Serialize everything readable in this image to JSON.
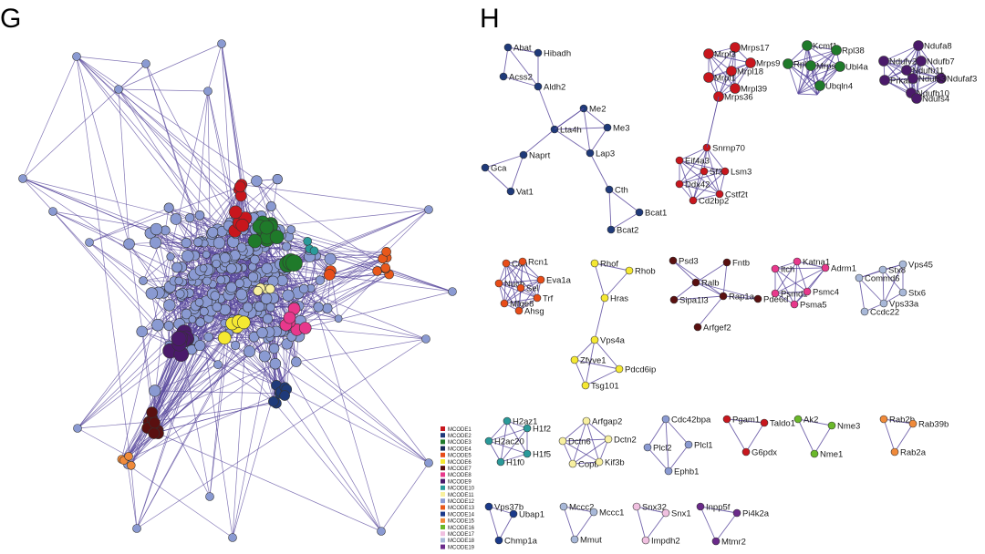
{
  "panel_g": {
    "letter": "G"
  },
  "panel_h": {
    "letter": "H"
  },
  "colors": {
    "edge": "#5a4a9e",
    "node_stroke": "#333333",
    "MCODE1": "#c8161d",
    "MCODE2": "#1f3a7a",
    "MCODE3": "#1f7a2a",
    "MCODE4": "#1a2c5a",
    "MCODE5": "#e84c18",
    "MCODE6": "#f5e832",
    "MCODE7": "#5a1010",
    "MCODE8": "#e8388c",
    "MCODE9": "#4a1a6a",
    "MCODE10": "#2a9a9a",
    "MCODE11": "#f8f0a0",
    "MCODE12": "#8a9ad2",
    "MCODE13": "#e8581a",
    "MCODE14": "#1a3a8a",
    "MCODE15": "#f08a3a",
    "MCODE16": "#6ab82a",
    "MCODE17": "#f0c0e0",
    "MCODE18": "#a8b8d8",
    "MCODE19": "#6a2a8a"
  },
  "legend": [
    "MCODE1",
    "MCODE2",
    "MCODE3",
    "MCODE4",
    "MCODE5",
    "MCODE6",
    "MCODE7",
    "MCODE8",
    "MCODE9",
    "MCODE10",
    "MCODE11",
    "MCODE12",
    "MCODE13",
    "MCODE14",
    "MCODE15",
    "MCODE16",
    "MCODE17",
    "MCODE18",
    "MCODE19"
  ],
  "clusters": [
    {
      "id": "c2",
      "color": "MCODE2",
      "nodes": [
        "Abat",
        "Hibadh",
        "Acss2",
        "Aldh2",
        "Me2",
        "Lta4h",
        "Me3",
        "Lap3",
        "Naprt",
        "Gca",
        "Vat1",
        "Cth",
        "Bcat1",
        "Bcat2"
      ],
      "edges": [
        [
          0,
          1
        ],
        [
          0,
          2
        ],
        [
          0,
          3
        ],
        [
          1,
          3
        ],
        [
          2,
          3
        ],
        [
          3,
          5
        ],
        [
          4,
          5
        ],
        [
          4,
          6
        ],
        [
          5,
          6
        ],
        [
          4,
          7
        ],
        [
          5,
          7
        ],
        [
          6,
          7
        ],
        [
          5,
          8
        ],
        [
          8,
          9
        ],
        [
          8,
          10
        ],
        [
          9,
          10
        ],
        [
          7,
          11
        ],
        [
          11,
          12
        ],
        [
          11,
          13
        ],
        [
          12,
          13
        ]
      ]
    },
    {
      "id": "c1",
      "color": "MCODE1",
      "nodes": [
        "Mrps17",
        "Mrpl3",
        "Mrps9",
        "Mrpl18",
        "Mrpl1",
        "Mrpl39",
        "Mrps36"
      ]
    },
    {
      "id": "c3",
      "color": "MCODE3",
      "nodes": [
        "Kcmf1",
        "Rpl38",
        "Rpl",
        "Mrps7",
        "Ubl4a",
        "Ubqln4"
      ]
    },
    {
      "id": "c9",
      "color": "MCODE9",
      "nodes": [
        "Ndufa8",
        "Ndufb7",
        "Ndufv2",
        "Ndufaf3",
        "Ndufb11",
        "Prkacb",
        "Ndufs3",
        "Ndufb10",
        "Ndufs4"
      ]
    },
    {
      "id": "c4",
      "color": "MCODE1",
      "nodes": [
        "Snrnp70",
        "Eif4a3",
        "Sf3b",
        "Lsm3",
        "Ddx42",
        "Cstf2t",
        "Cd2bp2"
      ]
    },
    {
      "id": "c5",
      "color": "MCODE5",
      "nodes": [
        "Cdh",
        "Rcn1",
        "Nucb",
        "Eva1a",
        "Sel",
        "Trf",
        "Mfge8",
        "Ahsg"
      ]
    },
    {
      "id": "c6",
      "color": "MCODE6",
      "nodes": [
        "Rhof",
        "Rhob",
        "Hras",
        "Vps4a",
        "Zfyve1",
        "Pdcd6ip",
        "Tsg101"
      ],
      "edges": [
        [
          0,
          1
        ],
        [
          0,
          2
        ],
        [
          1,
          2
        ],
        [
          2,
          3
        ],
        [
          3,
          4
        ],
        [
          3,
          5
        ],
        [
          4,
          5
        ],
        [
          4,
          6
        ],
        [
          5,
          6
        ],
        [
          3,
          6
        ]
      ]
    },
    {
      "id": "c7",
      "color": "MCODE7",
      "nodes": [
        "Psd3",
        "Fntb",
        "Ralb",
        "Sipa1l3",
        "Rap1a",
        "Pde6d",
        "Arfgef2"
      ],
      "edges": [
        [
          0,
          2
        ],
        [
          1,
          2
        ],
        [
          2,
          3
        ],
        [
          2,
          4
        ],
        [
          2,
          5
        ],
        [
          3,
          4
        ],
        [
          4,
          5
        ],
        [
          4,
          6
        ],
        [
          0,
          4
        ],
        [
          1,
          4
        ]
      ]
    },
    {
      "id": "c8",
      "color": "MCODE8",
      "nodes": [
        "Katna1",
        "Itch",
        "Adrm1",
        "Psmd1",
        "Psmc4",
        "Psma5"
      ]
    },
    {
      "id": "c18",
      "color": "MCODE18",
      "nodes": [
        "Stx8",
        "Vps45",
        "Commd6",
        "Stx6",
        "Vps33a",
        "Ccdc22"
      ],
      "edges": [
        [
          0,
          1
        ],
        [
          0,
          2
        ],
        [
          0,
          3
        ],
        [
          0,
          4
        ],
        [
          1,
          3
        ],
        [
          1,
          4
        ],
        [
          2,
          4
        ],
        [
          2,
          5
        ],
        [
          3,
          4
        ],
        [
          4,
          5
        ],
        [
          1,
          2
        ]
      ]
    },
    {
      "id": "c10",
      "color": "MCODE10",
      "nodes": [
        "H2az1",
        "H1f2",
        "H2ac20",
        "H1f5",
        "H1f0"
      ]
    },
    {
      "id": "c11",
      "color": "MCODE11",
      "nodes": [
        "Arfgap2",
        "Dctn6",
        "Dctn2",
        "Copb",
        "Kif3b"
      ]
    },
    {
      "id": "c12",
      "color": "MCODE12",
      "nodes": [
        "Cdc42bpa",
        "Plcl2",
        "Plcl1",
        "Ephb1"
      ],
      "edges": [
        [
          0,
          1
        ],
        [
          0,
          2
        ],
        [
          1,
          3
        ],
        [
          2,
          3
        ],
        [
          0,
          3
        ]
      ]
    },
    {
      "id": "c13",
      "color": "MCODE1",
      "nodes": [
        "Pgam1",
        "Taldo1",
        "G6pdx"
      ],
      "edges": [
        [
          0,
          1
        ],
        [
          0,
          2
        ],
        [
          1,
          2
        ]
      ]
    },
    {
      "id": "c16",
      "color": "MCODE16",
      "nodes": [
        "Ak2",
        "Nme3",
        "Nme1"
      ],
      "edges": [
        [
          0,
          1
        ],
        [
          0,
          2
        ],
        [
          1,
          2
        ]
      ]
    },
    {
      "id": "c15",
      "color": "MCODE15",
      "nodes": [
        "Rab2b",
        "Rab39b",
        "Rab2a"
      ],
      "edges": [
        [
          0,
          1
        ],
        [
          0,
          2
        ],
        [
          1,
          2
        ]
      ]
    },
    {
      "id": "c14",
      "color": "MCODE14",
      "nodes": [
        "Vps37b",
        "Ubap1",
        "Chmp1a"
      ],
      "edges": [
        [
          0,
          1
        ],
        [
          0,
          2
        ],
        [
          1,
          2
        ]
      ]
    },
    {
      "id": "c17",
      "color": "MCODE18",
      "nodes": [
        "Mccc2",
        "Mccc1",
        "Mmut"
      ],
      "edges": [
        [
          0,
          1
        ],
        [
          0,
          2
        ],
        [
          1,
          2
        ]
      ]
    },
    {
      "id": "c19",
      "color": "MCODE17",
      "nodes": [
        "Snx32",
        "Snx1",
        "Impdh2"
      ],
      "edges": [
        [
          0,
          1
        ],
        [
          0,
          2
        ],
        [
          1,
          2
        ]
      ]
    },
    {
      "id": "c20",
      "color": "MCODE19",
      "nodes": [
        "Inpp5f",
        "Pi4k2a",
        "Mtmr2"
      ],
      "edges": [
        [
          0,
          1
        ],
        [
          0,
          2
        ],
        [
          1,
          2
        ]
      ]
    }
  ]
}
